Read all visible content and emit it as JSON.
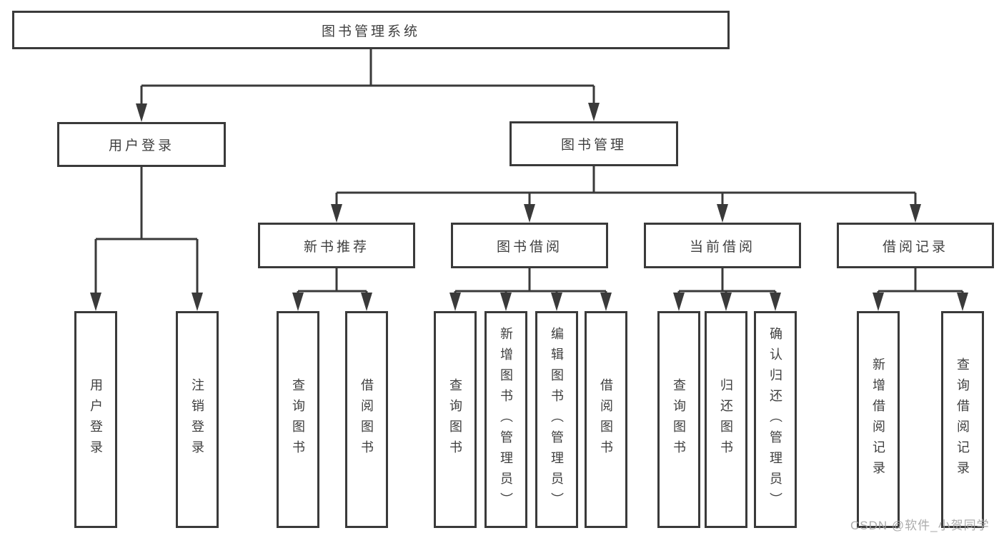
{
  "tree": {
    "root": "图书管理系统",
    "children": [
      {
        "label": "用户登录",
        "children": [
          "用户登录",
          "注销登录"
        ]
      },
      {
        "label": "图书管理",
        "children": [
          {
            "label": "新书推荐",
            "children": [
              "查询图书",
              "借阅图书"
            ]
          },
          {
            "label": "图书借阅",
            "children": [
              "查询图书",
              "新增图书（管理员）",
              "编辑图书（管理员）",
              "借阅图书"
            ]
          },
          {
            "label": "当前借阅",
            "children": [
              "查询图书",
              "归还图书",
              "确认归还（管理员）"
            ]
          },
          {
            "label": "借阅记录",
            "children": [
              "新增借阅记录",
              "查询借阅记录"
            ]
          }
        ]
      }
    ]
  },
  "watermark": {
    "text": "CSDN @软件_小贺同学"
  },
  "colors": {
    "background": "#ffffff",
    "line": "#3a3a3a",
    "box_border": "#3a3a3a",
    "text": "#3f3f3f",
    "watermark": "#a3a3a3"
  }
}
